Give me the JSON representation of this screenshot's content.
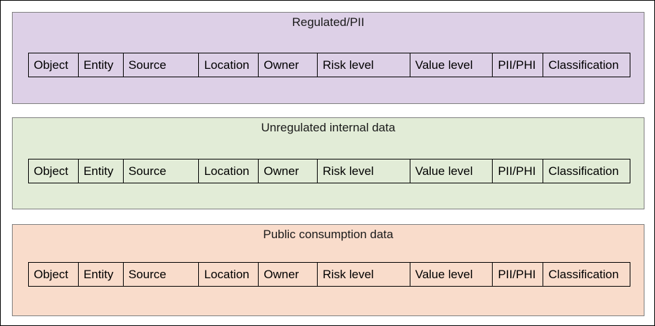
{
  "bands": [
    {
      "title": "Regulated/PII",
      "fill": "#ddd0e7",
      "fields": [
        "Object",
        "Entity",
        "Source",
        "Location",
        "Owner",
        "Risk level",
        "Value level",
        "PII/PHI",
        "Classification"
      ]
    },
    {
      "title": "Unregulated internal data",
      "fill": "#e2ecd7",
      "fields": [
        "Object",
        "Entity",
        "Source",
        "Location",
        "Owner",
        "Risk level",
        "Value level",
        "PII/PHI",
        "Classification"
      ]
    },
    {
      "title": "Public consumption data",
      "fill": "#f9dccb",
      "fields": [
        "Object",
        "Entity",
        "Source",
        "Location",
        "Owner",
        "Risk level",
        "Value level",
        "PII/PHI",
        "Classification"
      ]
    }
  ]
}
